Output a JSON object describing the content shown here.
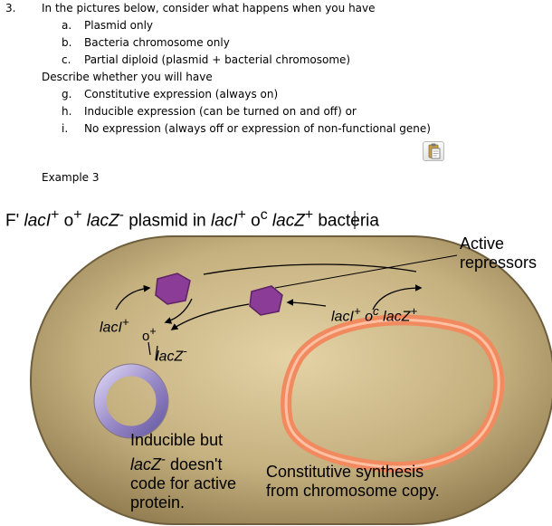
{
  "question": {
    "number": "3.",
    "text": "In the pictures below, consider what happens when you have",
    "items": [
      {
        "label": "a.",
        "text": "Plasmid only"
      },
      {
        "label": "b.",
        "text": "Bacteria chromosome only"
      },
      {
        "label": "c.",
        "text": "Partial diploid (plasmid + bacterial chromosome)"
      }
    ],
    "describe": "Describe whether you will have",
    "expressions": [
      {
        "label": "g.",
        "text": "Constitutive expression (always on)"
      },
      {
        "label": "h.",
        "text": "Inducible expression (can be turned on and off) or"
      },
      {
        "label": "i.",
        "text": "No expression (always off or expression of non-functional gene)"
      }
    ]
  },
  "example_label": "Example 3",
  "paste_icon": "clipboard-paste-icon",
  "figure": {
    "title": {
      "p1": "F' ",
      "g1": "lacI",
      "s1": "+",
      "g2": " o",
      "s2": "+",
      "g3": " lacZ",
      "s3": "-",
      "p2": " plasmid in ",
      "g4": "lacI",
      "s4": "+",
      "g5": " o",
      "s5": "c",
      "g6": " lacZ",
      "s6": "+",
      "p3": " bacteria"
    },
    "active_repressors": [
      "Active",
      "repressors"
    ],
    "chromo_genes": {
      "g1": "lacI",
      "s1": "+",
      "g2": " o",
      "s2": "c",
      "g3": " lacZ",
      "s3": "+"
    },
    "plasmid_genes": {
      "laci": "lacI",
      "laci_sup": "+",
      "o": "o",
      "o_sup": "+",
      "lacz": "lacZ",
      "lacz_sup": "-"
    },
    "inducible": [
      "Inducible but",
      "lacZ",
      "-",
      " doesn't",
      "code for active",
      "protein."
    ],
    "constitutive": [
      "Constitutive synthesis",
      "from chromosome copy."
    ],
    "colors": {
      "cell": "#b8a271",
      "cell_edge": "#8c7a52",
      "repressor": "#8a3c96",
      "plasmid": "#9a8cc8",
      "chromosome": "#f2855c"
    }
  }
}
